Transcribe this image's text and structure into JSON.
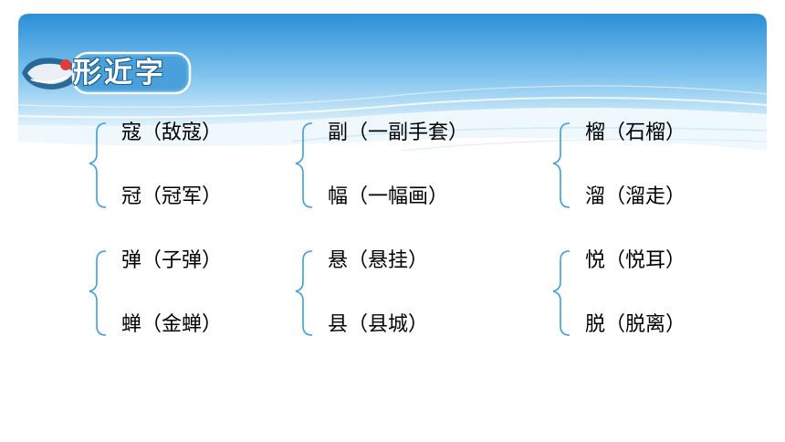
{
  "header": {
    "title": "形近字"
  },
  "groups": [
    {
      "top": "寇（敌寇）",
      "bottom": "冠（冠军）"
    },
    {
      "top": "副（一副手套）",
      "bottom": "幅（一幅画）"
    },
    {
      "top": "榴（石榴）",
      "bottom": "溜（溜走）"
    },
    {
      "top": "弹（子弹）",
      "bottom": "蝉（金蝉）"
    },
    {
      "top": "悬（悬挂）",
      "bottom": "县（县城）"
    },
    {
      "top": "悦（悦耳）",
      "bottom": "脱（脱离）"
    }
  ],
  "colors": {
    "banner_top": "#2a8fd6",
    "banner_bottom": "#dff1fb",
    "brace": "#3d9fd6"
  }
}
